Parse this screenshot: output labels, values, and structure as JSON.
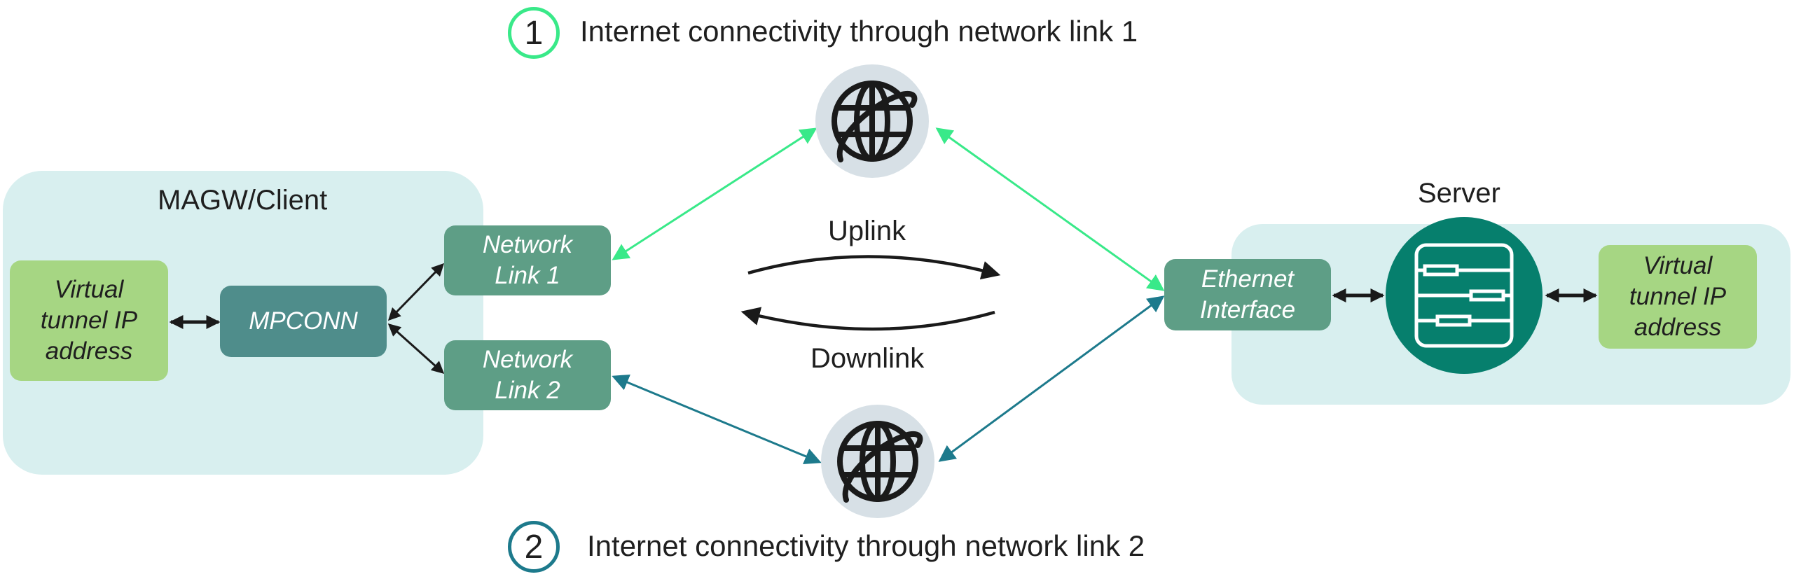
{
  "legend": [
    {
      "number": "1",
      "text": "Internet connectivity through network link 1"
    },
    {
      "number": "2",
      "text": "Internet connectivity through network link 2"
    }
  ],
  "client": {
    "title": "MAGW/Client",
    "virtual_tunnel": "Virtual tunnel IP address",
    "mpconn": "MPCONN",
    "network_link_1": "Network Link 1",
    "network_link_2": "Network Link 2"
  },
  "server": {
    "title": "Server",
    "ethernet_interface": "Ethernet Interface",
    "virtual_tunnel": "Virtual tunnel IP address"
  },
  "flows": {
    "uplink": "Uplink",
    "downlink": "Downlink"
  },
  "icons": {
    "internet_1": "globe-icon",
    "internet_2": "globe-icon",
    "server": "server-rack-icon"
  },
  "colors": {
    "panel_bg": "#d8efef",
    "link1": "#39e989",
    "link2": "#1d7a8c",
    "server_circle": "#067f6d",
    "virtual_box": "#a6d683",
    "network_box": "#5e9e86",
    "mpconn_box": "#4f8d8b",
    "globe_bg": "#d7e0e6"
  }
}
